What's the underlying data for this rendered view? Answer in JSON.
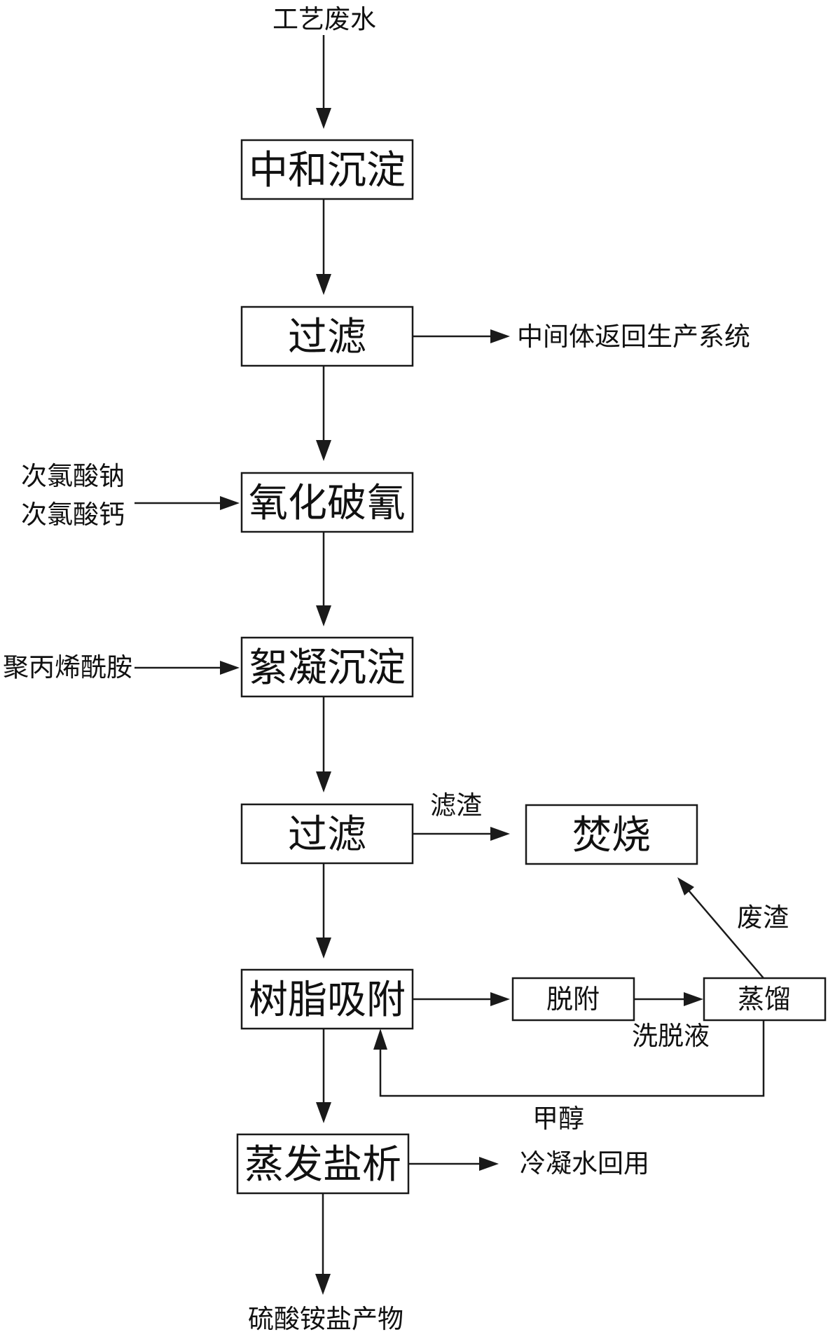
{
  "nodes": {
    "neutralization": "中和沉淀",
    "filtration_1": "过滤",
    "oxidation": "氧化破氰",
    "flocculation": "絮凝沉淀",
    "filtration_2": "过滤",
    "incineration": "焚烧",
    "resin_adsorption": "树脂吸附",
    "desorption": "脱附",
    "distillation": "蒸馏",
    "evaporation": "蒸发盐析"
  },
  "labels": {
    "input": "工艺废水",
    "intermediate_return": "中间体返回生产系统",
    "reagent_1": "次氯酸钠",
    "reagent_2": "次氯酸钙",
    "flocculant": "聚丙烯酰胺",
    "filter_residue": "滤渣",
    "waste_residue": "废渣",
    "eluent": "洗脱液",
    "methanol": "甲醇",
    "condensate": "冷凝水回用",
    "product": "硫酸铵盐产物"
  }
}
